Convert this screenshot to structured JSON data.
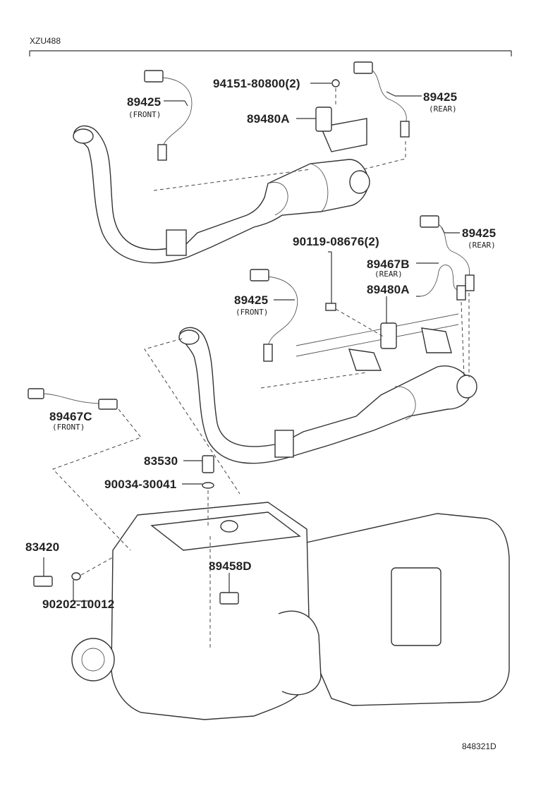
{
  "header": {
    "model_code": "XZU488",
    "figure_code": "848321D"
  },
  "callouts": [
    {
      "id": "c1",
      "part_no": "89425",
      "note": "(FRONT)"
    },
    {
      "id": "c2",
      "part_no": "94151-80800(2)",
      "note": ""
    },
    {
      "id": "c3",
      "part_no": "89480A",
      "note": ""
    },
    {
      "id": "c4",
      "part_no": "89425",
      "note": "(REAR)"
    },
    {
      "id": "c5",
      "part_no": "89425",
      "note": "(REAR)"
    },
    {
      "id": "c6",
      "part_no": "90119-08676(2)",
      "note": ""
    },
    {
      "id": "c7",
      "part_no": "89467B",
      "note": "(REAR)"
    },
    {
      "id": "c8",
      "part_no": "89480A",
      "note": ""
    },
    {
      "id": "c9",
      "part_no": "89425",
      "note": "(FRONT)"
    },
    {
      "id": "c10",
      "part_no": "89467C",
      "note": "(FRONT)"
    },
    {
      "id": "c11",
      "part_no": "83530",
      "note": ""
    },
    {
      "id": "c12",
      "part_no": "90034-30041",
      "note": ""
    },
    {
      "id": "c13",
      "part_no": "83420",
      "note": ""
    },
    {
      "id": "c14",
      "part_no": "89458D",
      "note": ""
    },
    {
      "id": "c15",
      "part_no": "90202-10012",
      "note": ""
    }
  ],
  "colors": {
    "line": "#333333",
    "background": "#ffffff"
  }
}
